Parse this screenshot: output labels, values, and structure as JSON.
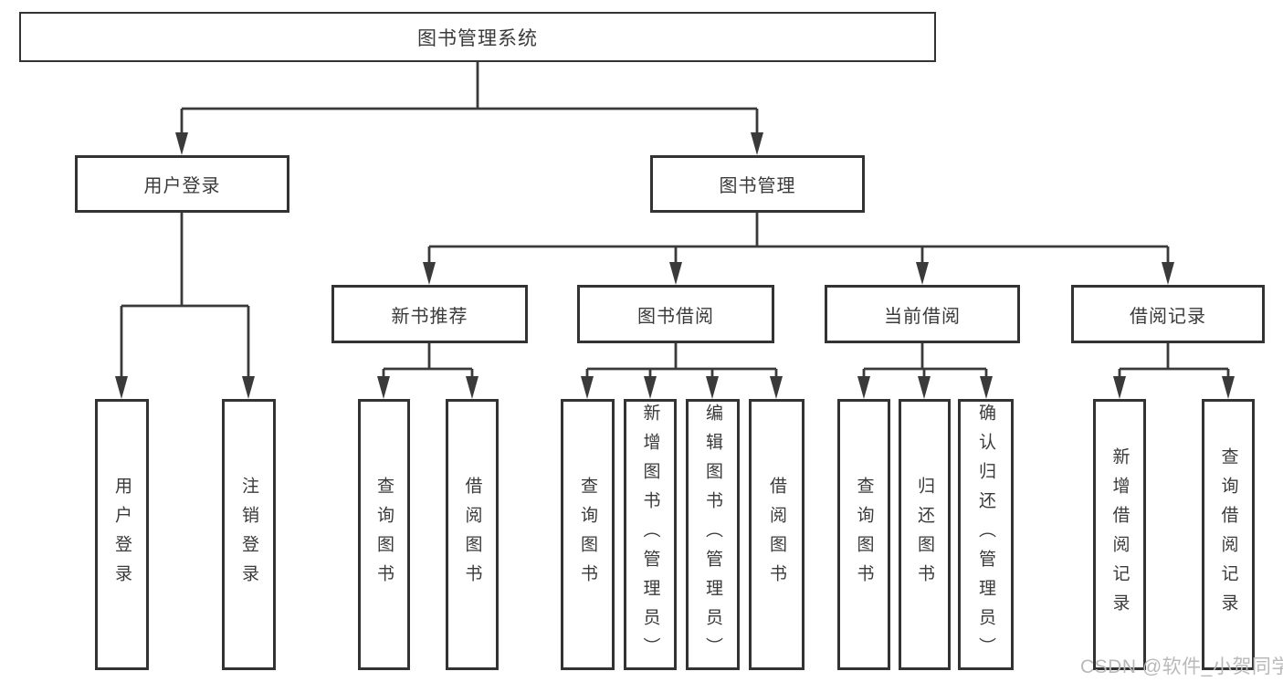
{
  "diagram": {
    "root": {
      "label": "图书管理系统"
    },
    "level2": {
      "user_login": "用户登录",
      "book_mgmt": "图书管理"
    },
    "level3": {
      "new_books": "新书推荐",
      "book_borrow": "图书借阅",
      "current_borrow": "当前借阅",
      "borrow_records": "借阅记录"
    },
    "leaves": {
      "user_login": [
        "用户登录",
        "注销登录"
      ],
      "new_books": [
        "查询图书",
        "借阅图书"
      ],
      "book_borrow": [
        "查询图书",
        "新增图书（管理员）",
        "编辑图书（管理员）",
        "借阅图书"
      ],
      "current_borrow": [
        "查询图书",
        "归还图书",
        "确认归还（管理员）"
      ],
      "borrow_records": [
        "新增借阅记录",
        "查询借阅记录"
      ]
    }
  },
  "watermark": {
    "text": "CSDN @软件_小贺同学"
  },
  "colors": {
    "line": "#3a3a3a",
    "border": "#333333",
    "text": "#3a3a3a",
    "watermark": "#b9b9b9",
    "background": "#ffffff"
  }
}
